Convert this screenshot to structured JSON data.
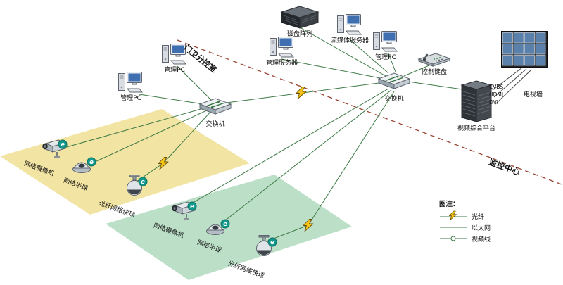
{
  "regions": {
    "gate_room": {
      "label": "门卫分控室"
    },
    "monitor_center": {
      "label": "监控中心"
    }
  },
  "nodes": {
    "disk_array": {
      "label": "磁盘阵列"
    },
    "mgmt_server": {
      "label": "管理服务器"
    },
    "stream_server": {
      "label": "流媒体服务器"
    },
    "mgmt_pc_top": {
      "label": "管理PC"
    },
    "control_keyboard": {
      "label": "控制键盘"
    },
    "center_switch": {
      "label": "交换机"
    },
    "video_platform": {
      "label": "视频综合平台"
    },
    "tv_wall": {
      "label": "电视墙"
    },
    "mgmt_pc_left1": {
      "label": "管理PC"
    },
    "mgmt_pc_left2": {
      "label": "管理PC"
    },
    "left_switch": {
      "label": "交换机"
    },
    "camera1": {
      "label": "网络摄像机"
    },
    "dome1": {
      "label": "网络半球"
    },
    "speed_dome1": {
      "label": "光纤网络快球"
    },
    "camera2": {
      "label": "网络摄像机"
    },
    "dome2": {
      "label": "网络半球"
    },
    "speed_dome2": {
      "label": "光纤网络快球"
    }
  },
  "ports": {
    "cvbs": "CVBS",
    "hdmi": "HDMI",
    "dvi": "DVI"
  },
  "legend": {
    "title": "图注：",
    "fiber": "光纤",
    "ethernet": "以太网",
    "video": "视频线"
  },
  "colors": {
    "zone_yellow": "#F2E4A3",
    "zone_green": "#BCDFC8",
    "divider": "#994433",
    "line": "#3E7A46",
    "video_line": "#444444"
  }
}
